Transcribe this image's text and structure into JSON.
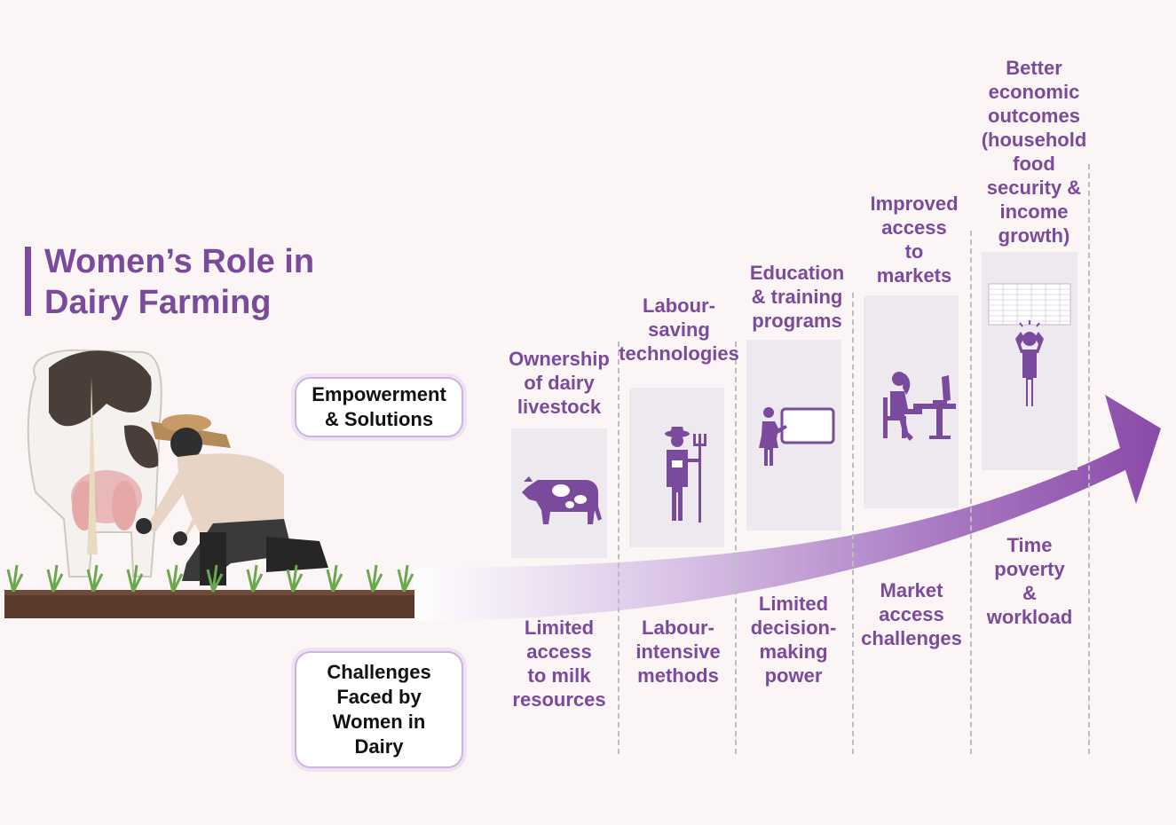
{
  "title": "Women’s Role in\nDairy Farming",
  "empowerment_label": "Empowerment\n& Solutions",
  "challenges_label": "Challenges\nFaced by\nWomen in\nDairy",
  "solutions": [
    {
      "label": "Ownership\nof dairy\nlivestock",
      "icon": "cow-icon"
    },
    {
      "label": "Labour-\nsaving\ntechnologies",
      "icon": "farmer-pitchfork-icon"
    },
    {
      "label": "Education\n& training\nprograms",
      "icon": "teacher-board-icon"
    },
    {
      "label": "Improved\naccess\nto\nmarkets",
      "icon": "woman-computer-icon"
    },
    {
      "label": "Better\neconomic\noutcomes\n(household\nfood\nsecurity &\nincome\ngrowth)",
      "icon": "stressed-person-spreadsheet-icon"
    }
  ],
  "challenges": [
    "Limited\naccess\nto milk\nresources",
    "Labour-\nintensive\nmethods",
    "Limited\ndecision-\nmaking\npower",
    "Market\naccess\nchallenges",
    "Time\npoverty\n&\nworkload"
  ],
  "colors": {
    "accent": "#7a4a9c",
    "accent_light": "#b58fca",
    "panel": "#eee8ef",
    "background": "#fbf5f5"
  }
}
